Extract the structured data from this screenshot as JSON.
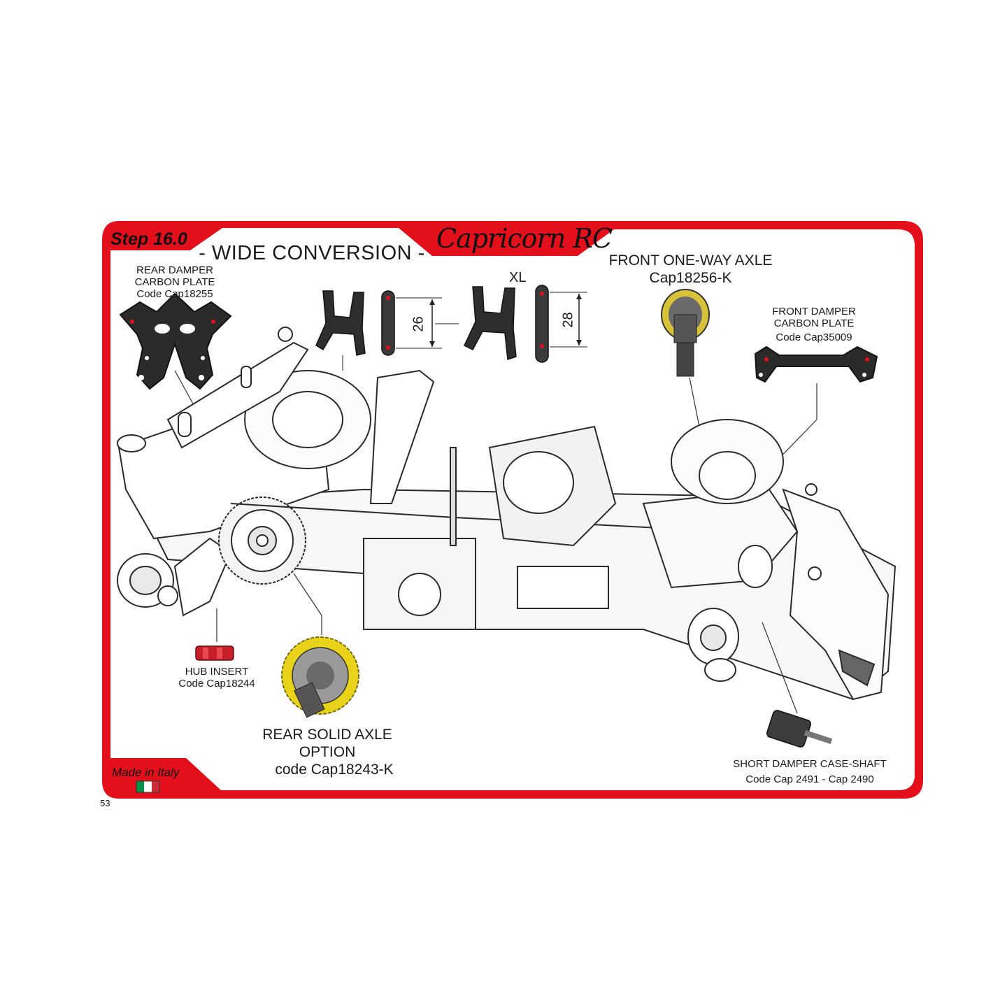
{
  "header": {
    "step": "Step 16.0",
    "title": "- WIDE CONVERSION -",
    "brand": "Capricorn RC"
  },
  "parts": {
    "rear_damper_plate": {
      "line1": "REAR DAMPER",
      "line2": "CARBON PLATE",
      "code": "Code Cap18255"
    },
    "front_oneway_axle": {
      "line1": "FRONT ONE-WAY AXLE",
      "code": "Cap18256-K"
    },
    "front_damper_plate": {
      "line1": "FRONT DAMPER",
      "line2": "CARBON PLATE",
      "code": "Code Cap35009"
    },
    "hub_insert": {
      "line1": "HUB INSERT",
      "code": "Code Cap18244"
    },
    "rear_solid_axle": {
      "line1": "REAR SOLID AXLE",
      "line2": "OPTION",
      "code": "code Cap18243-K"
    },
    "short_damper": {
      "line1": "SHORT DAMPER CASE-SHAFT",
      "code": "Code Cap 2491 - Cap 2490"
    }
  },
  "dimensions": {
    "standard": "26",
    "xl_label": "XL",
    "xl": "28"
  },
  "footer": {
    "made_in": "Made in Italy",
    "page_number": "53"
  },
  "colors": {
    "frame_red": "#e3101b",
    "flag_green": "#009246",
    "flag_red": "#ce2b37",
    "gear_yellow": "#e8d21a"
  }
}
